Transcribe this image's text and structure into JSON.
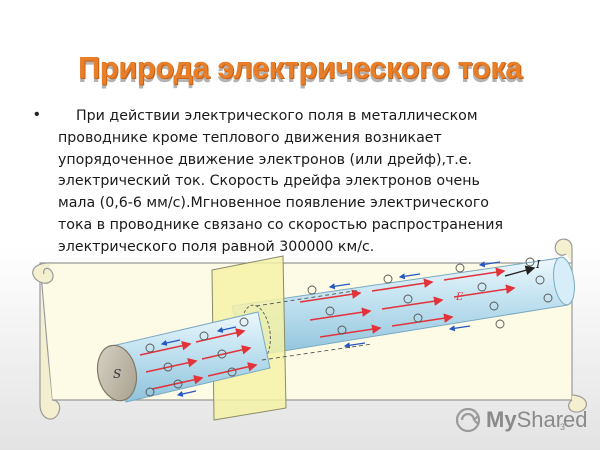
{
  "slide": {
    "title": "Природа электрического тока",
    "bullet": "•",
    "lines": [
      "При действии электрического поля в металлическом",
      "проводнике кроме теплового движения возникает",
      "упорядоченное движение электронов (или дрейф),т.е.",
      "электрический ток. Скорость дрейфа электронов очень",
      "мала (0,6-6 мм/с).Мгновенное появление электрического",
      "тока в проводнике связано со скоростью распространения",
      "электрического поля равной 300000 км/с."
    ],
    "page_number": "3"
  },
  "diagram": {
    "area_label": "S",
    "current_label": "I",
    "field_label": "E",
    "conductor_color": "#c9e6f3",
    "plane_color": "#f4f2a6",
    "arrow_color": "#e2333a",
    "electron_arrow_color": "#2456c4"
  },
  "watermark": {
    "brand_my": "My",
    "brand_shared": "Shared"
  },
  "colors": {
    "title": "#e77e29",
    "title_shadow": "#b3b3b3",
    "scroll_fill": "#fdfbe6",
    "scroll_stroke": "#9a9a9a"
  }
}
